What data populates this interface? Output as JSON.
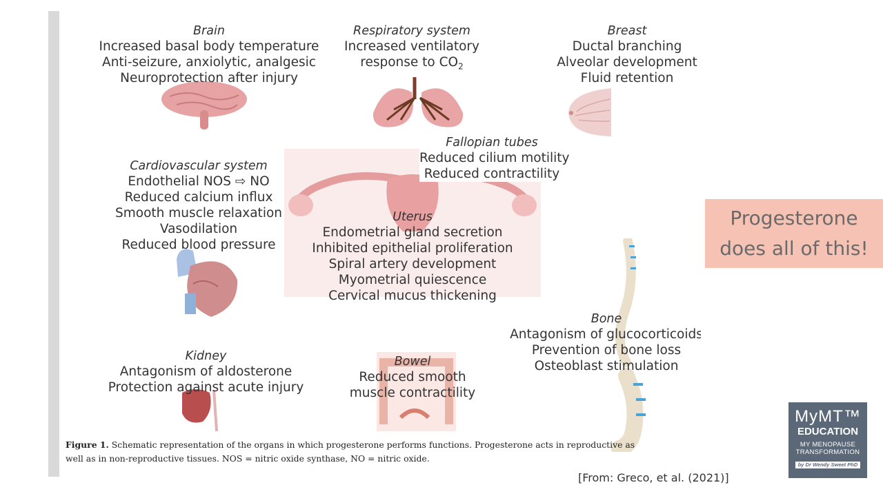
{
  "figure": {
    "brain": {
      "title": "Brain",
      "lines": [
        "Increased basal body temperature",
        "Anti-seizure, anxiolytic, analgesic",
        "Neuroprotection after injury"
      ]
    },
    "respiratory": {
      "title": "Respiratory system",
      "line1": "Increased ventilatory",
      "line2_prefix": "response to CO",
      "line2_sub": "2"
    },
    "breast": {
      "title": "Breast",
      "lines": [
        "Ductal branching",
        "Alveolar development",
        "Fluid retention"
      ]
    },
    "fallopian": {
      "title": "Fallopian tubes",
      "lines": [
        "Reduced cilium motility",
        "Reduced contractility"
      ]
    },
    "cardio": {
      "title": "Cardiovascular system",
      "lines": [
        "Endothelial NOS ⇨ NO",
        "Reduced calcium influx",
        "Smooth muscle relaxation",
        "Vasodilation",
        "Reduced blood pressure"
      ]
    },
    "uterus": {
      "title": "Uterus",
      "lines": [
        "Endometrial gland secretion",
        "Inhibited epithelial proliferation",
        "Spiral artery development",
        "Myometrial quiescence",
        "Cervical mucus thickening"
      ]
    },
    "bone": {
      "title": "Bone",
      "lines": [
        "Antagonism of glucocorticoids",
        "Prevention of bone loss",
        "Osteoblast stimulation"
      ]
    },
    "kidney": {
      "title": "Kidney",
      "lines": [
        "Antagonism of aldosterone",
        "Protection against acute injury"
      ]
    },
    "bowel": {
      "title": "Bowel",
      "lines": [
        "Reduced smooth",
        "muscle contractility"
      ]
    },
    "caption": {
      "label": "Figure 1.",
      "text": " Schematic representation of the organs in which progesterone performs functions. Progesterone acts in reproductive as well as in non-reproductive tissues. NOS = nitric oxide synthase, NO = nitric oxide."
    }
  },
  "callout": {
    "line1": "Progesterone",
    "line2": "does all of this!",
    "color": "#f6c2b4"
  },
  "citation": "[From: Greco, et al. (2021)]",
  "logo": {
    "line1": "MyMT™",
    "line2": "EDUCATION",
    "line3": "MY MENOPAUSE",
    "line4": "TRANSFORMATION",
    "line5": "by Dr Wendy Sweet PhD",
    "color": "#5b6878"
  },
  "colors": {
    "organ_pink": "#e7a3a3",
    "organ_red": "#c95b5b",
    "vein_blue": "#8fb0d8",
    "bone": "#eadfca",
    "disc_blue": "#4aa3d6"
  }
}
